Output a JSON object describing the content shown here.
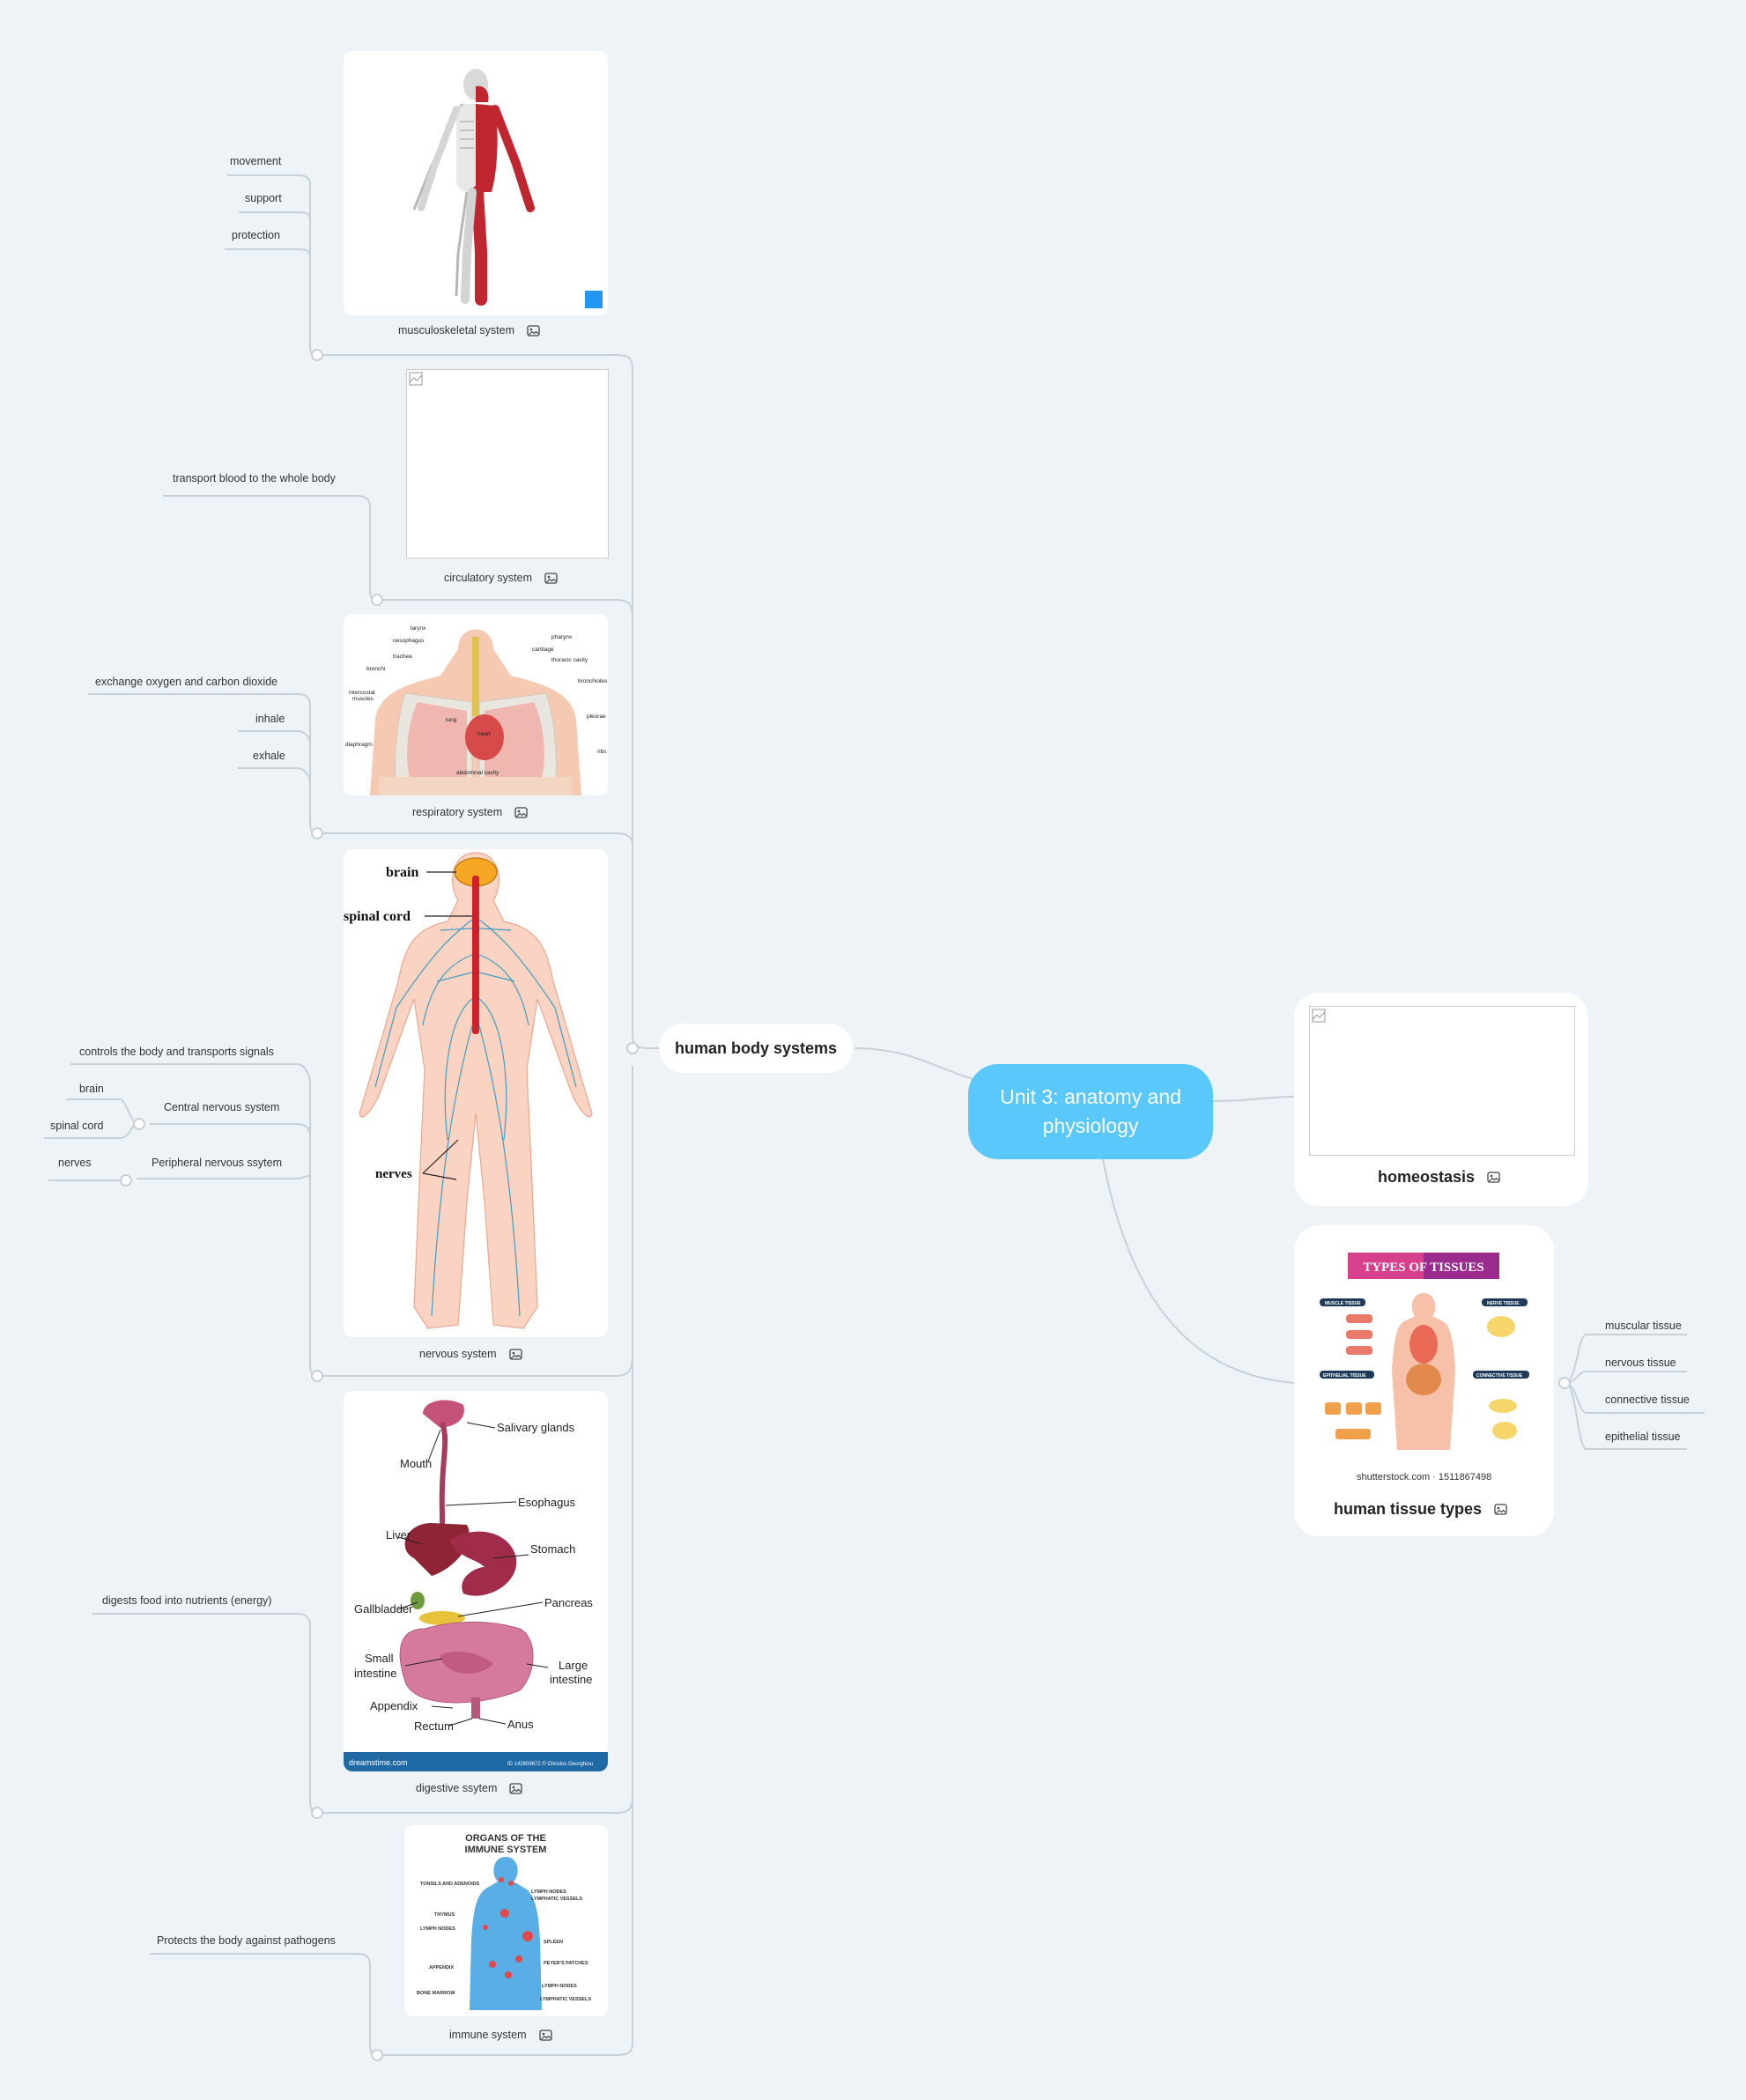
{
  "root": {
    "line1": "Unit 3: anatomy and",
    "line2": "physiology"
  },
  "systems": {
    "title": "human body systems",
    "items": [
      {
        "caption": "musculoskeletal system",
        "details": [
          "movement",
          "support",
          "protection"
        ]
      },
      {
        "caption": "circulatory system",
        "details": [
          "transport blood to the whole body"
        ]
      },
      {
        "caption": "respiratory system",
        "details": [
          "exchange oxygen and carbon dioxide",
          "inhale",
          "exhale"
        ]
      },
      {
        "caption": "nervous system",
        "details": [
          "controls the body and transports signals",
          "Central nervous system",
          "Peripheral nervous ssytem"
        ],
        "central_children": [
          "brain",
          "spinal cord"
        ],
        "peripheral_children": [
          "nerves"
        ]
      },
      {
        "caption": "digestive ssytem",
        "details": [
          "digests food into nutrients (energy)"
        ]
      },
      {
        "caption": "immune system",
        "details": [
          "Protects the body against pathogens"
        ]
      }
    ]
  },
  "homeostasis": {
    "caption": "homeostasis"
  },
  "tissues": {
    "caption": "human tissue types",
    "source": "shutterstock.com · 1511867498",
    "children": [
      "muscular tissue",
      "nervous tissue",
      "connective tissue",
      "epithelial tissue"
    ]
  },
  "images": {
    "nervous": {
      "brain": "brain",
      "spinal": "spinal cord",
      "nerves": "nerves"
    },
    "digestive": {
      "labels": [
        "Salivary glands",
        "Mouth",
        "Esophagus",
        "Liver",
        "Stomach",
        "Gallbladder",
        "Pancreas",
        "Small",
        "intestine",
        "Large",
        "intestine",
        "Appendix",
        "Rectum",
        "Anus"
      ],
      "footer_left": "dreamstime.com",
      "footer_right": "ID 142809672 © Christos Georghiou"
    },
    "immune": {
      "title1": "ORGANS OF THE",
      "title2": "IMMUNE SYSTEM",
      "labels": [
        "TONSILS AND ADENOIDS",
        "LYMPH NODES",
        "LYMPHATIC VESSELS",
        "THYMUS",
        "LYMPH NODES",
        "SPLEEN",
        "APPENDIX",
        "PEYER'S PATCHES",
        "LYMPH NODES",
        "BONE MARROW",
        "LYMPHATIC VESSELS"
      ]
    },
    "respiratory": {
      "labels": [
        "larynx",
        "oesophagus",
        "trachea",
        "bronchi",
        "intercostal",
        "muscles",
        "diaphragm",
        "pharynx",
        "cartilage",
        "thoracic cavity",
        "bronchioles",
        "pleurae",
        "ribs",
        "lung",
        "heart",
        "abdominal cavity"
      ]
    },
    "tissues": {
      "banner": "TYPES OF TISSUES",
      "labels": [
        "MUSCLE TISSUE",
        "NERVE TISSUE",
        "EPITHELIAL TISSUE",
        "CONNECTIVE TISSUE"
      ]
    }
  },
  "colors": {
    "root": "#5ac8fa",
    "background": "#eef3f7",
    "line": "#c9d1d8",
    "muscle": "#c0262f",
    "nerve": "#3f9ec4"
  },
  "icons": {
    "caption_icon": "image-icon"
  }
}
